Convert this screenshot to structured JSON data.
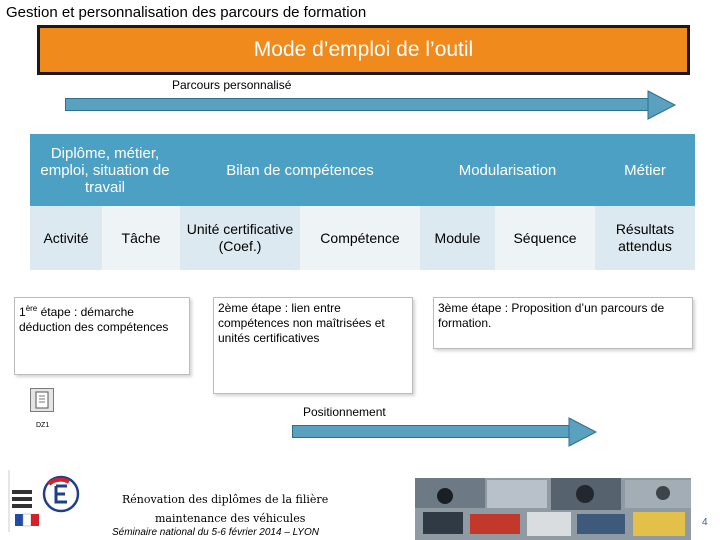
{
  "header": {
    "title": "Gestion et personnalisation des parcours de formation",
    "banner": "Mode d’emploi de l’outil",
    "subtitle": "Parcours personnalisé"
  },
  "table": {
    "headers": [
      "Diplôme, métier, emploi, situation de travail",
      "Bilan de compétences",
      "Modularisation",
      "Métier"
    ],
    "subheaders": [
      "Activité",
      "Tâche",
      "Unité certificative (Coef.)",
      "Compétence",
      "Module",
      "Séquence",
      "Résultats attendus"
    ]
  },
  "steps": {
    "step1_prefix": "1",
    "step1_sup": "ère",
    "step1_rest": " étape : démarche déduction des compétences",
    "step2": "2ème étape : lien entre compétences non maîtrisées et unités certificatives",
    "step3": "3ème étape : Proposition d’un parcours de formation."
  },
  "positionnement": "Positionnement",
  "icon_label": "DZ1",
  "footer": {
    "line1": "Rénovation des diplômes de la filière",
    "line2": "maintenance des véhicules",
    "line3": "Séminaire national du 5-6 février 2014 – LYON",
    "page_number": "4"
  },
  "colors": {
    "banner": "#f08a1c",
    "header_cell": "#4ba0c4",
    "sub_cell": "#dce9f0",
    "arrow": "#5aa0bf"
  }
}
